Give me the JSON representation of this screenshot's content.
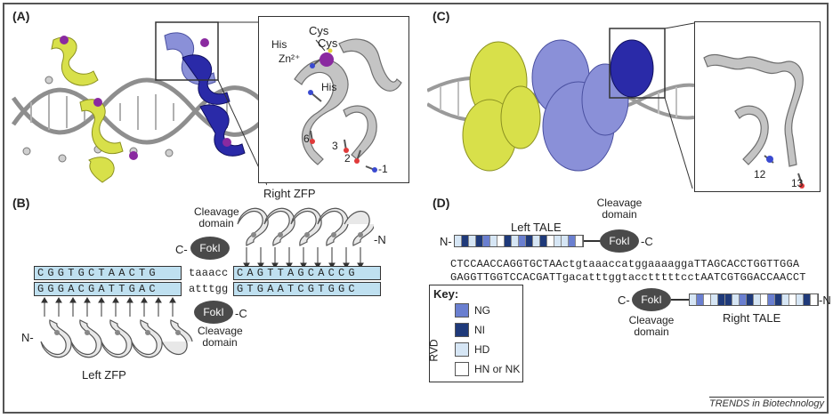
{
  "panels": {
    "a": {
      "label": "(A)",
      "inset": {
        "cys1": "Cys",
        "cys2": "Cys",
        "his1": "His",
        "zn": "Zn²⁺",
        "his2": "His",
        "n6": "6",
        "n3": "3",
        "n2": "2",
        "n_1": "-1"
      }
    },
    "b": {
      "label": "(B)",
      "right_zfp": "Right ZFP",
      "left_zfp": "Left ZFP",
      "cleavage_top": [
        "Cleavage",
        "domain"
      ],
      "cleavage_bottom": [
        "Cleavage",
        "domain"
      ],
      "fokl_top": "FokI",
      "fokl_bottom": "FokI",
      "c_top": "C-",
      "n_top": "-N",
      "c_bottom": "-C",
      "n_bottom": "N-",
      "seq_top_left": "CGGTGCTAACTG",
      "seq_top_mid": "taaacc",
      "seq_top_right": "CAGTTAGCACCG",
      "seq_bot_left": "GGGACGATTGAC",
      "seq_bot_mid": "atttgg",
      "seq_bot_right": "GTGAATCGTGGC"
    },
    "c": {
      "label": "(C)",
      "inset": {
        "n12": "12",
        "n13": "13"
      }
    },
    "d": {
      "label": "(D)",
      "left_tale": "Left TALE",
      "right_tale": "Right TALE",
      "cleavage_top": [
        "Cleavage",
        "domain"
      ],
      "cleavage_bottom": [
        "Cleavage",
        "domain"
      ],
      "fokl_top": "FokI",
      "fokl_bottom": "FokI",
      "n_top": "N-",
      "c_top": "-C",
      "c_bottom": "C-",
      "n_bottom": "-N",
      "seq_top": "CTCCAACCAGGTGCTAActgtaaaccatggaaaaggaTTAGCACCTGGTTGGA",
      "seq_bottom": "GAGGTTGGTCCACGATTgacatttggtacctttttcctAATCGTGGACCAACCT",
      "key": {
        "title": "Key:",
        "axis": "RVD",
        "items": [
          {
            "label": "NG",
            "color": "#6a7fd0"
          },
          {
            "label": "NI",
            "color": "#1f3a7a"
          },
          {
            "label": "HD",
            "color": "#d6e6f5"
          },
          {
            "label": "HN or NK",
            "color": "#ffffff"
          }
        ]
      },
      "left_tale_colors": [
        "#d6e6f5",
        "#1f3a7a",
        "#d6e6f5",
        "#1f3a7a",
        "#6a7fd0",
        "#d6e6f5",
        "#ffffff",
        "#1f3a7a",
        "#d6e6f5",
        "#6a7fd0",
        "#1f3a7a",
        "#d6e6f5",
        "#1f3a7a",
        "#ffffff",
        "#d6e6f5",
        "#d6e6f5",
        "#6a7fd0",
        "#ffffff"
      ],
      "right_tale_colors": [
        "#d6e6f5",
        "#6a7fd0",
        "#ffffff",
        "#d6e6f5",
        "#1f3a7a",
        "#1f3a7a",
        "#d6e6f5",
        "#6a7fd0",
        "#1f3a7a",
        "#d6e6f5",
        "#ffffff",
        "#6a7fd0",
        "#1f3a7a",
        "#d6e6f5",
        "#ffffff",
        "#d6e6f5",
        "#1f3a7a",
        "#ffffff"
      ]
    }
  },
  "footer": "TRENDS in Biotechnology",
  "colors": {
    "yellow_protein": "#d8e04a",
    "lavender_protein": "#8a90d8",
    "blue_protein": "#2a2aa8",
    "dna_gray": "#9a9a9a",
    "inset_gray": "#bdbdbd",
    "zinc": "#8a2aa0"
  }
}
